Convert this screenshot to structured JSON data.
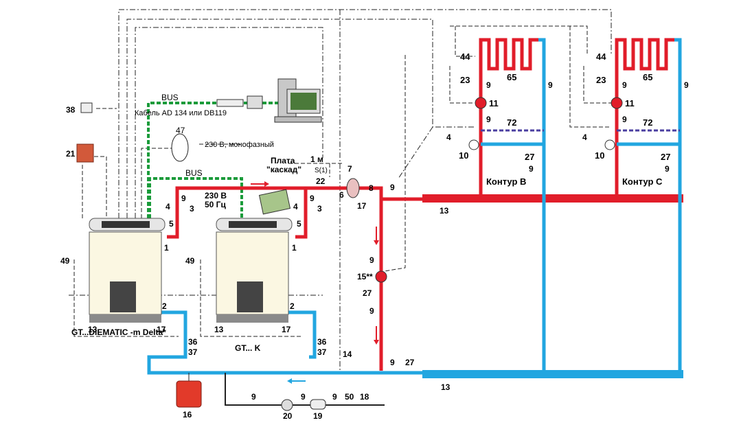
{
  "labels": {
    "bus_top": "BUS",
    "cable": "Кабель AD 134 или DB119",
    "bus_mid": "BUS",
    "power_230_mono": "230 В, монофазный",
    "power_230": "230 В",
    "power_50hz": "50 Гц",
    "plate_line1": "Плата",
    "plate_line2": "\"каскад\"",
    "dist_1m": "1 м",
    "s1": "S(1)",
    "boiler1_name": "GT...DIEMATIC -m Delta*",
    "boiler2_name": "GT... K",
    "circuit_b": "Контур B",
    "circuit_c": "Контур C"
  },
  "numbers": {
    "n38": "38",
    "n21": "21",
    "n47": "47",
    "n49a": "49",
    "n49b": "49",
    "n9a": "9",
    "n4a": "4",
    "n3a": "3",
    "n5a": "5",
    "n1a": "1",
    "n2a": "2",
    "n13a": "13",
    "n17a": "17",
    "n36a": "36",
    "n37a": "37",
    "n9b": "9",
    "n4b": "4",
    "n3b": "3",
    "n5b": "5",
    "n1b": "1",
    "n2b": "2",
    "n13b": "13",
    "n17b": "17",
    "n36b": "36",
    "n37b": "37",
    "n7": "7",
    "n8": "8",
    "n6": "6",
    "n17c": "17",
    "n22": "22",
    "n9c": "9",
    "n13c": "13",
    "n9d": "9",
    "n15": "15**",
    "n27a": "27",
    "n9e": "9",
    "n14": "14",
    "n9f": "9",
    "n27b": "27",
    "n13d": "13",
    "n16": "16",
    "n9g": "9",
    "n20": "20",
    "n9h": "9",
    "n19": "19",
    "n9i": "9",
    "n50": "50",
    "n18": "18",
    "n44a": "44",
    "n23a": "23",
    "n65a": "65",
    "n9j": "9",
    "n11a": "11",
    "n9k": "9",
    "n72a": "72",
    "n4c": "4",
    "n10a": "10",
    "n27c": "27",
    "n9l": "9",
    "n9m": "9",
    "n44b": "44",
    "n23b": "23",
    "n65b": "65",
    "n9n": "9",
    "n11b": "11",
    "n9o": "9",
    "n72b": "72",
    "n4d": "4",
    "n10b": "10",
    "n27d": "27",
    "n9p": "9",
    "n9q": "9"
  },
  "colors": {
    "supply": "#e11d2a",
    "return": "#22a6e0",
    "bus": "#1a9b3a",
    "boiler_body": "#fbf7e2",
    "boiler_base": "#8a8a8a",
    "floor_dash": "#4a3ea0",
    "tank": "#e23a2a",
    "brick": "#d2593a"
  }
}
